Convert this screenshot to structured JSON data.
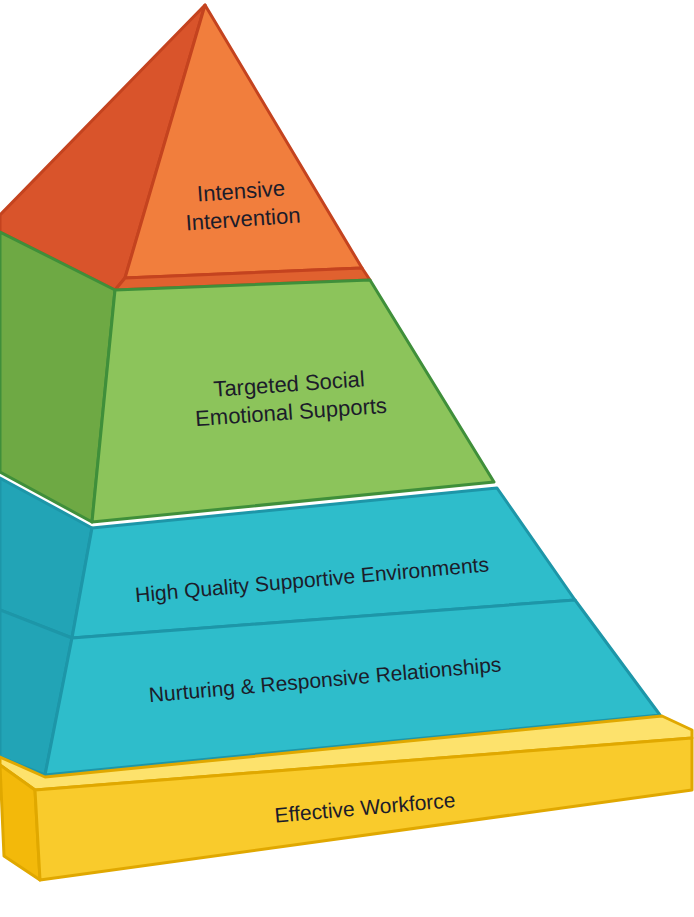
{
  "diagram": {
    "nodes": [
      {
        "text": [
          "Intensive Intervention"
        ]
      },
      {
        "text": [
          "Targeted Social Emotional Supports"
        ]
      },
      {
        "text": [
          "High Quality Supportive Environments"
        ]
      },
      {
        "text": [
          "Nurturing & Responsive Relationships"
        ]
      },
      {
        "text": [
          "Effective Workforce"
        ]
      }
    ]
  }
}
